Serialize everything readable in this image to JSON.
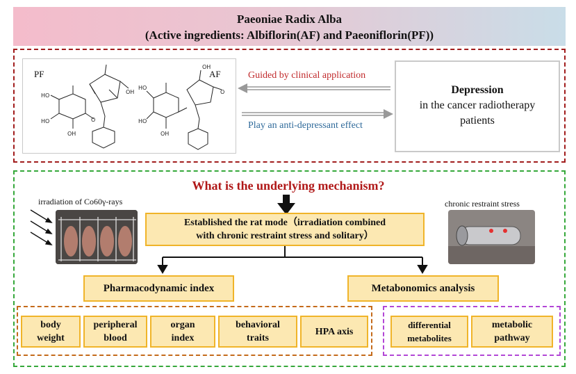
{
  "banner": {
    "title": "Paeoniae Radix Alba",
    "subtitle": "(Active ingredients: Albiflorin(AF) and Paeoniflorin(PF))"
  },
  "top": {
    "pf_label": "PF",
    "af_label": "AF",
    "arrow_top_label": "Guided by clinical application",
    "arrow_bottom_label": "Play an anti-depressant effect",
    "depression_title": "Depression",
    "depression_line1": "in the cancer radiotherapy",
    "depression_line2": "patients",
    "colors": {
      "red_label": "#c0282a",
      "blue_label": "#2f6a9a"
    }
  },
  "bottom": {
    "question": "What is the underlying mechanism?",
    "left_caption": "irradiation of Co60γ-rays",
    "right_caption": "chronic restraint stress",
    "model_line1": "Established the rat mode（irradiation combined",
    "model_line2": "with chronic restraint stress and solitary）",
    "pharma_title": "Pharmacodynamic index",
    "metab_title": "Metabonomics analysis",
    "pharma_items": [
      {
        "l1": "body",
        "l2": "weight"
      },
      {
        "l1": "peripheral",
        "l2": "blood"
      },
      {
        "l1": "organ",
        "l2": "index"
      },
      {
        "l1": "behavioral",
        "l2": "traits"
      },
      {
        "l1": "HPA axis",
        "l2": ""
      }
    ],
    "metab_items": [
      {
        "l1": "differential",
        "l2": "metabolites"
      },
      {
        "l1": "metabolic",
        "l2": "pathway"
      }
    ]
  }
}
